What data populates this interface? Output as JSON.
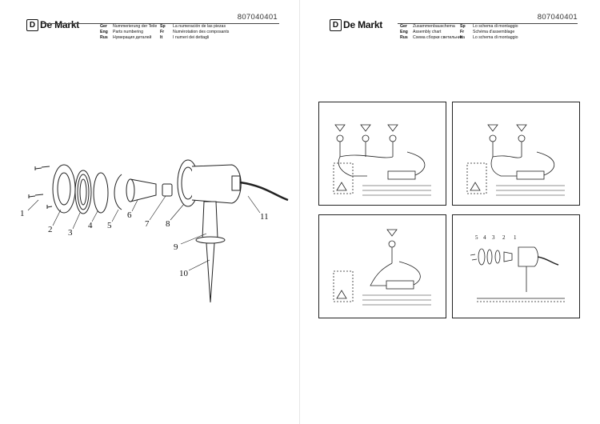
{
  "brand": {
    "logo_mark": "D",
    "logo_text": "De Markt"
  },
  "left_page": {
    "article_code": "807040401",
    "titles": [
      {
        "lang": "Ger",
        "text": "Nummerierung der Teile"
      },
      {
        "lang": "Eng",
        "text": "Parts numbering"
      },
      {
        "lang": "Rus",
        "text": "Нумерация деталей"
      },
      {
        "lang": "Sp",
        "text": "La numeración de las piezas"
      },
      {
        "lang": "Fr",
        "text": "Numérotation des composants"
      },
      {
        "lang": "It",
        "text": "I numeri dei dettagli"
      }
    ],
    "part_numbers": [
      "1",
      "2",
      "3",
      "4",
      "5",
      "6",
      "7",
      "8",
      "9",
      "10",
      "11"
    ]
  },
  "right_page": {
    "article_code": "807040401",
    "titles": [
      {
        "lang": "Ger",
        "text": "Zusammenbauschema"
      },
      {
        "lang": "Eng",
        "text": "Assembly chart"
      },
      {
        "lang": "Rus",
        "text": "Схема сборки светильника"
      },
      {
        "lang": "Sp",
        "text": "Lo schema di montaggio"
      },
      {
        "lang": "Fr",
        "text": "Schéma d'assemblage"
      },
      {
        "lang": "It",
        "text": "Lo schema di montaggio"
      }
    ],
    "assembly_numbers": [
      "5",
      "4",
      "3",
      "2",
      "1"
    ]
  }
}
